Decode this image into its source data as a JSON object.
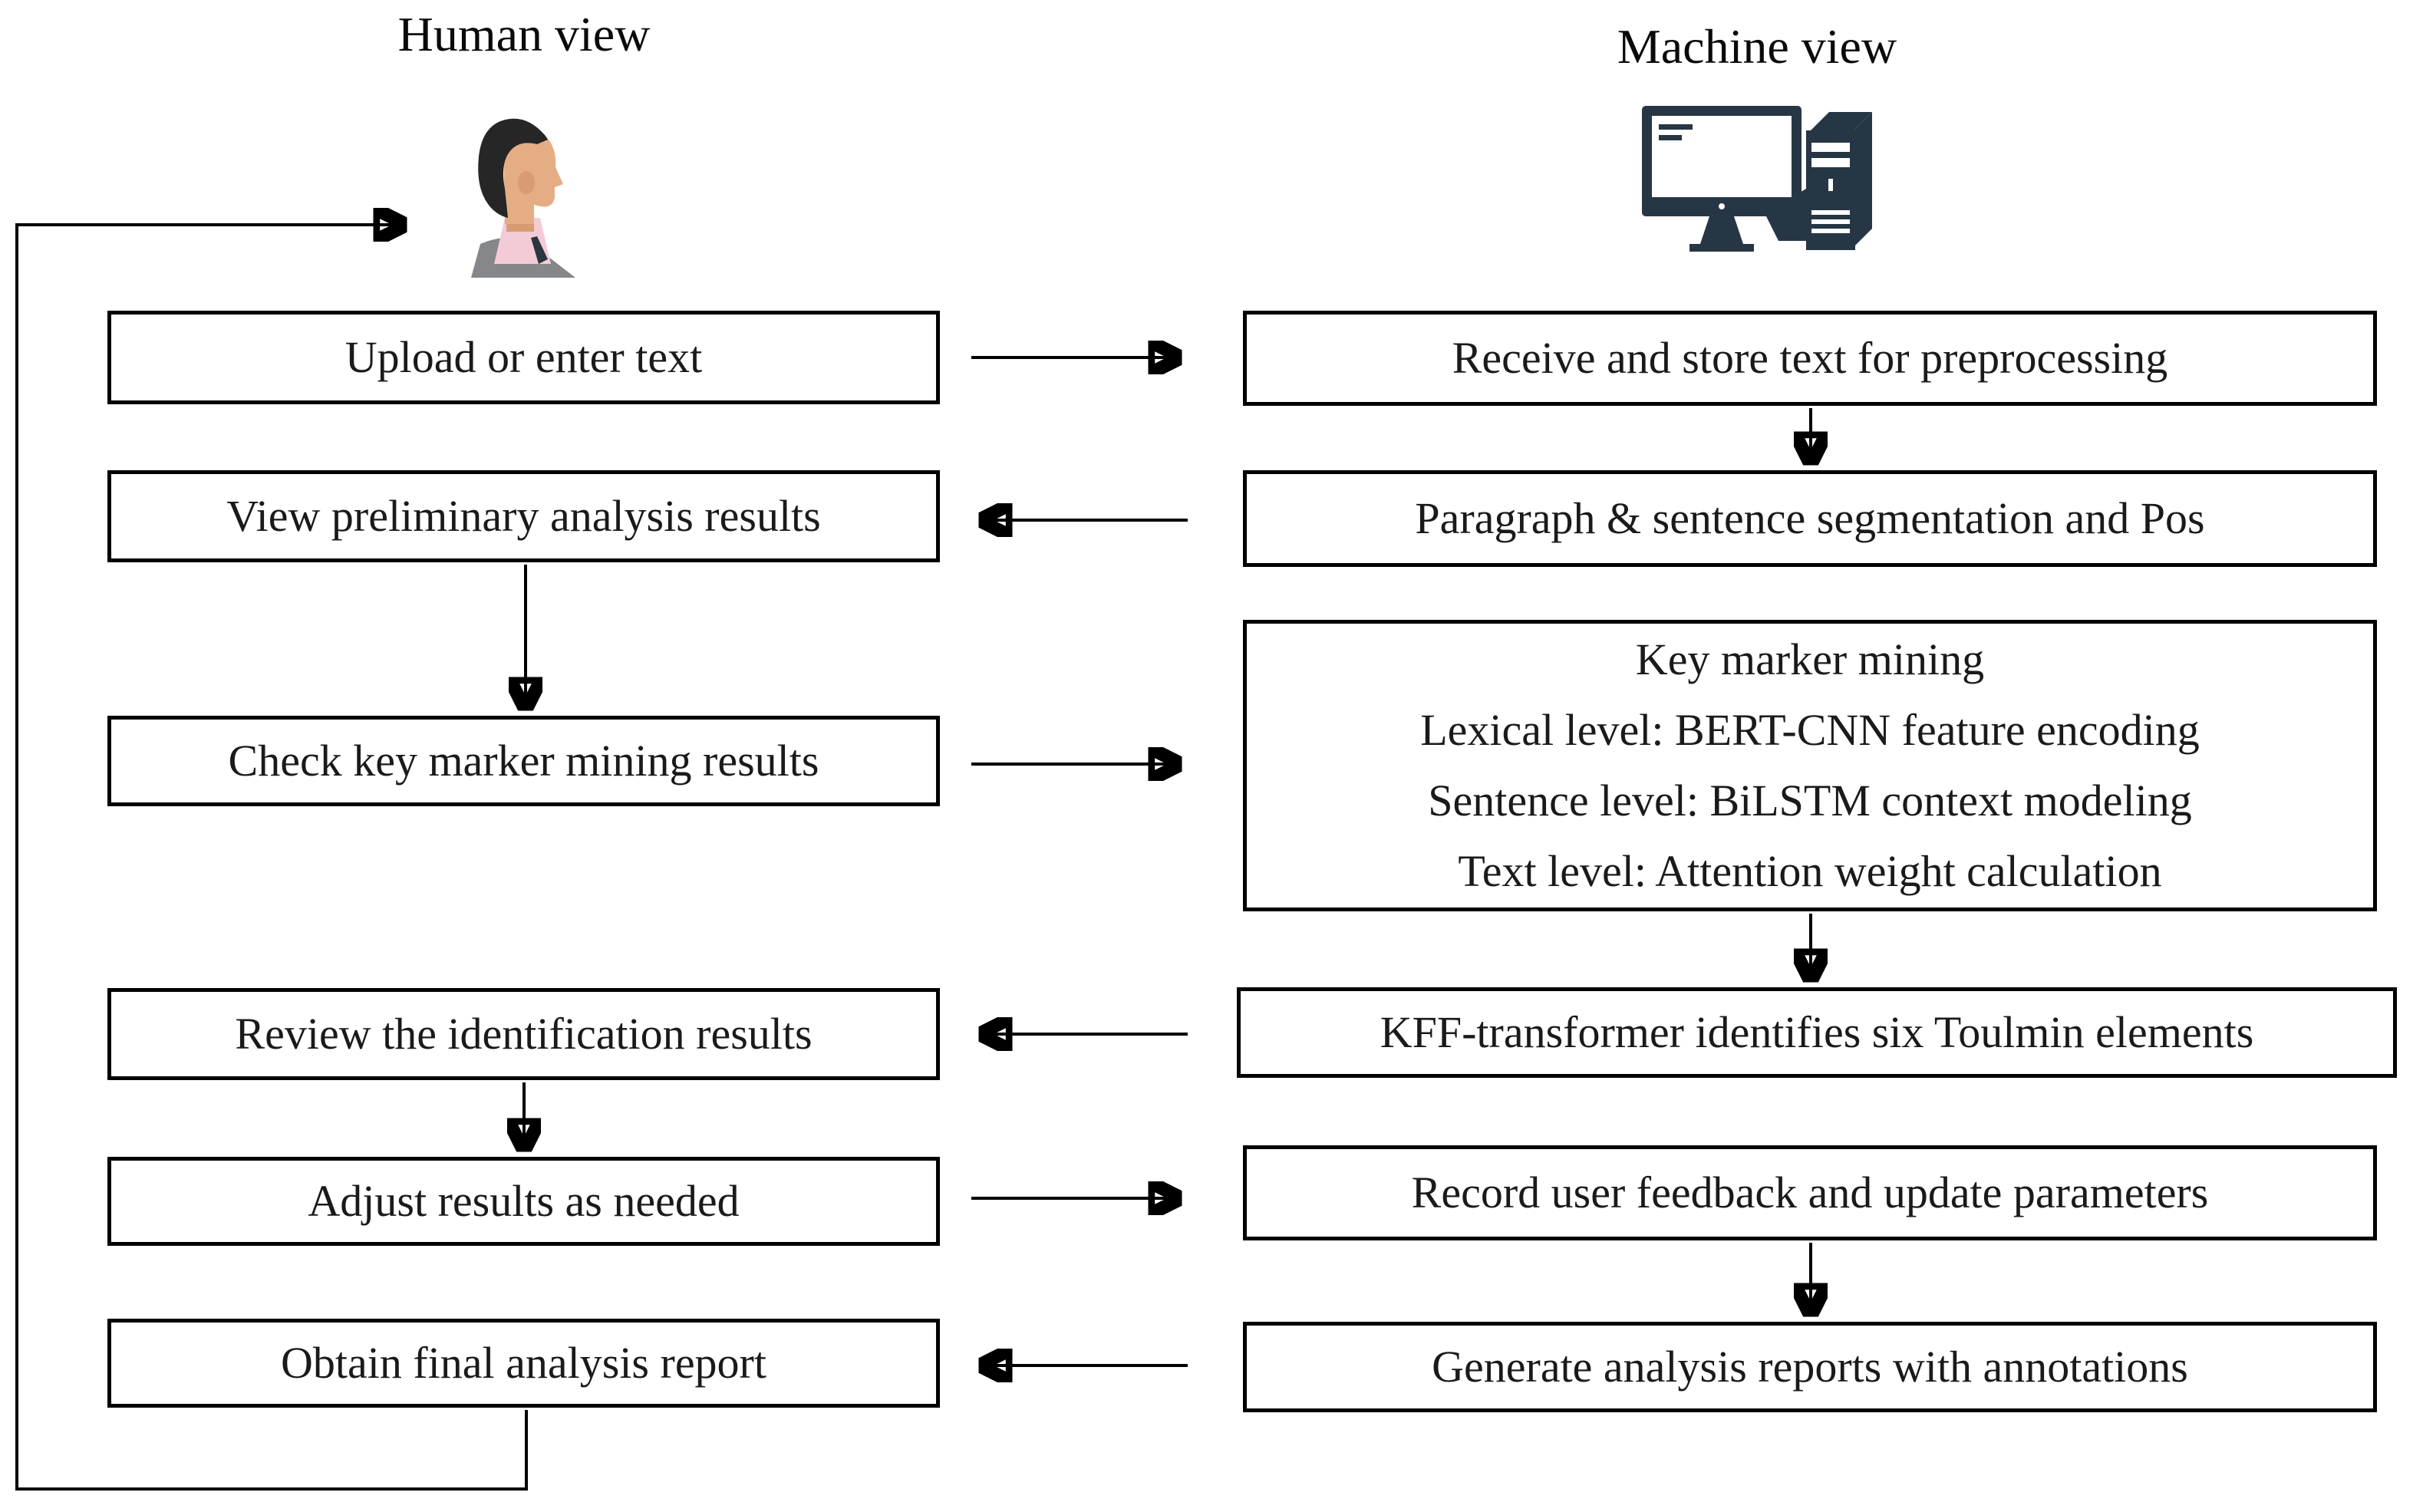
{
  "diagram": {
    "columns": {
      "human": {
        "title": "Human view",
        "icon": "person-head-icon"
      },
      "machine": {
        "title": "Machine view",
        "icon": "desktop-computer-icon"
      }
    },
    "human_steps": [
      {
        "label": "Upload or enter text"
      },
      {
        "label": "View preliminary analysis results"
      },
      {
        "label": "Check key marker mining results"
      },
      {
        "label": "Review the identification results"
      },
      {
        "label": "Adjust results as needed"
      },
      {
        "label": "Obtain final analysis report"
      }
    ],
    "machine_steps": [
      {
        "label": "Receive and store text for preprocessing"
      },
      {
        "label": "Paragraph & sentence segmentation and Pos"
      },
      {
        "lines": [
          "Key marker mining",
          "Lexical level: BERT-CNN feature encoding",
          "Sentence level: BiLSTM context modeling",
          "Text level: Attention weight calculation"
        ]
      },
      {
        "label": "KFF-transformer identifies six Toulmin elements"
      },
      {
        "label": "Record user feedback and update parameters"
      },
      {
        "label": "Generate analysis reports with annotations"
      }
    ],
    "flows": {
      "horizontal": [
        "upload-to-receive",
        "segmentation-to-view",
        "check-to-keymarker",
        "kff-to-review",
        "adjust-to-record",
        "generate-to-obtain"
      ],
      "vertical": [
        "receive-to-segmentation",
        "view-to-check",
        "keymarker-to-kff",
        "review-to-adjust",
        "record-to-generate"
      ],
      "feedback_loop": "obtain-report-back-to-human"
    },
    "colors": {
      "background": "#ffffff",
      "line": "#000000",
      "box_border": "#000000",
      "text": "#1a1a1a",
      "machine_icon": "#263645",
      "hair": "#262626",
      "skin": "#e5ad84",
      "skin_shadow": "#d89b72",
      "shirt": "#f3cbd7",
      "suit": "#85878a",
      "tie": "#2c3640"
    }
  }
}
